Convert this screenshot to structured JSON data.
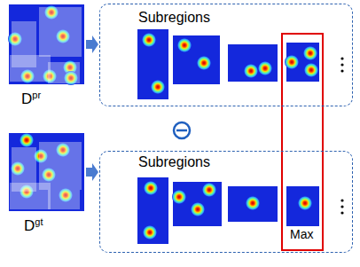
{
  "diagram": {
    "nodes": [
      {
        "text": [
          "D",
          "pr"
        ]
      },
      {
        "text": [
          "Subregions"
        ]
      },
      {
        "text": [
          "D",
          "gt"
        ]
      },
      {
        "text": [
          "Subregions"
        ]
      }
    ],
    "edges": [
      {
        "from": 0,
        "to": 1,
        "arrow": "to"
      },
      {
        "from": 2,
        "to": 3,
        "arrow": "to"
      }
    ],
    "labels": [
      "Max"
    ]
  }
}
